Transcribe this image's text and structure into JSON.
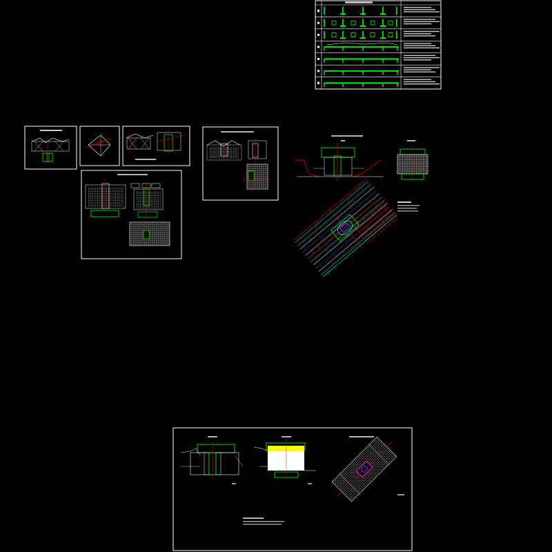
{
  "canvas": {
    "background": "#000000"
  },
  "colors": {
    "frame": "#ffffff",
    "line": "#ffffff",
    "structure": "#00ff00",
    "axis": "#ff0000",
    "pipe_cyan": "#00ffff",
    "pipe_blue": "#3050ff",
    "highlight": "#ffff00",
    "accent_magenta": "#ff00ff"
  },
  "sheets": [
    {
      "id": "construction-sequence-table",
      "kind": "table",
      "rows": 7
    },
    {
      "id": "detail-sheet-a",
      "kind": "section"
    },
    {
      "id": "detail-sheet-b",
      "kind": "section"
    },
    {
      "id": "detail-sheet-c",
      "kind": "section"
    },
    {
      "id": "detail-sheet-d",
      "kind": "section-and-plan"
    },
    {
      "id": "detail-sheet-e",
      "kind": "section-and-plan"
    },
    {
      "id": "open-drawing-f",
      "kind": "section-and-skew-plan"
    },
    {
      "id": "detail-sheet-g",
      "kind": "sections-and-skew-plan"
    }
  ]
}
